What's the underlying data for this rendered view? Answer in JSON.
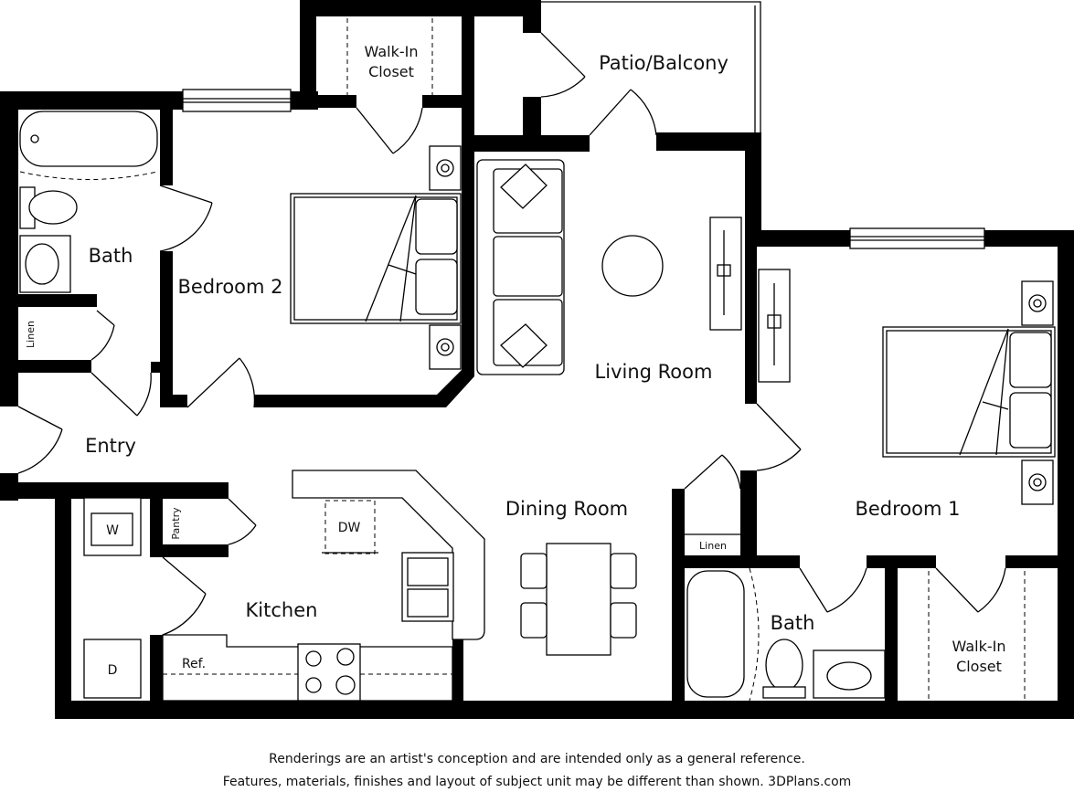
{
  "rooms": {
    "walk_in_closet_top": [
      "Walk-In",
      "Closet"
    ],
    "patio_balcony": "Patio/Balcony",
    "bath_left": "Bath",
    "bedroom_2": "Bedroom 2",
    "linen_left": "Linen",
    "living_room": "Living Room",
    "entry": "Entry",
    "dining_room": "Dining Room",
    "bedroom_1": "Bedroom 1",
    "pantry": "Pantry",
    "kitchen": "Kitchen",
    "linen_right": "Linen",
    "bath_right": "Bath",
    "walk_in_closet_right": [
      "Walk-In",
      "Closet"
    ]
  },
  "appliances": {
    "washer": "W",
    "dryer": "D",
    "dishwasher": "DW",
    "refrigerator": "Ref."
  },
  "disclaimer": [
    "Renderings are an artist's conception and are intended only as a general reference.",
    "Features, materials, finishes and layout of subject unit may be different than shown. 3DPlans.com"
  ]
}
